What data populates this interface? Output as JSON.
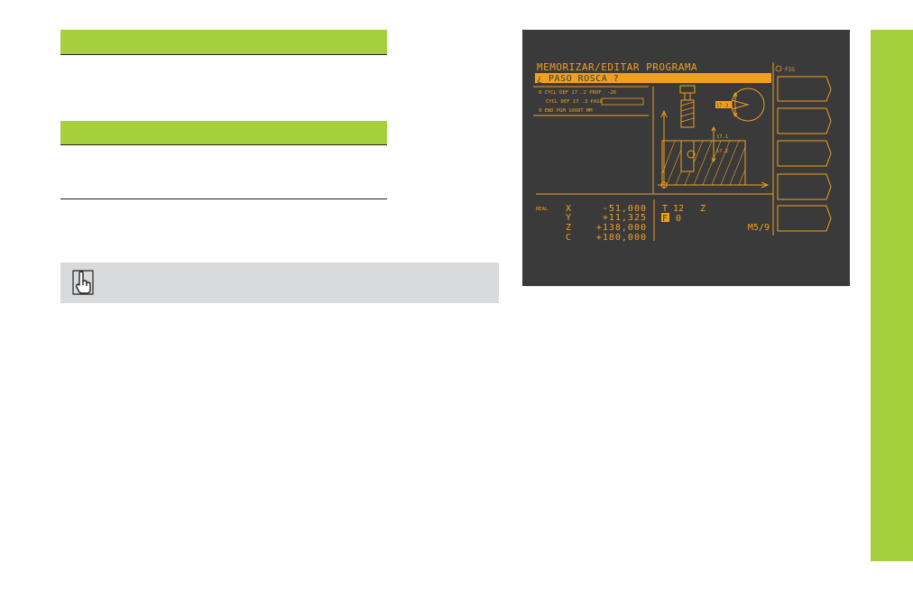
{
  "colors": {
    "accent_green": "#a5cf3c",
    "note_gray": "#d9dadb",
    "screen_bg": "#3a3a3a",
    "screen_fg": "#f0a020"
  },
  "note": {
    "icon": "pointing-hand-icon"
  },
  "screen": {
    "mode_title": "MEMORIZAR/EDITAR PROGRAMA",
    "prompt": "¿ PASO ROSCA ?",
    "program_lines": [
      "8 CYCL DEF 17 .2 PROF. -26",
      "CYCL DEF 17 .3 PASO",
      "9 END PGM 1668T MM"
    ],
    "fig_label": "FIG",
    "graphic_labels": {
      "pitch": "17.3",
      "depth_top": "17.1",
      "depth_bottom": "17.2"
    },
    "position_label": "REAL",
    "axes": [
      {
        "axis": "X",
        "value": "-51,000"
      },
      {
        "axis": "Y",
        "value": "+11,325"
      },
      {
        "axis": "Z",
        "value": "+138,000"
      },
      {
        "axis": "C",
        "value": "+180,000"
      }
    ],
    "tool_line": "T 12   Z",
    "feed_label": "F",
    "feed_value": "0",
    "m_status": "M5/9"
  }
}
